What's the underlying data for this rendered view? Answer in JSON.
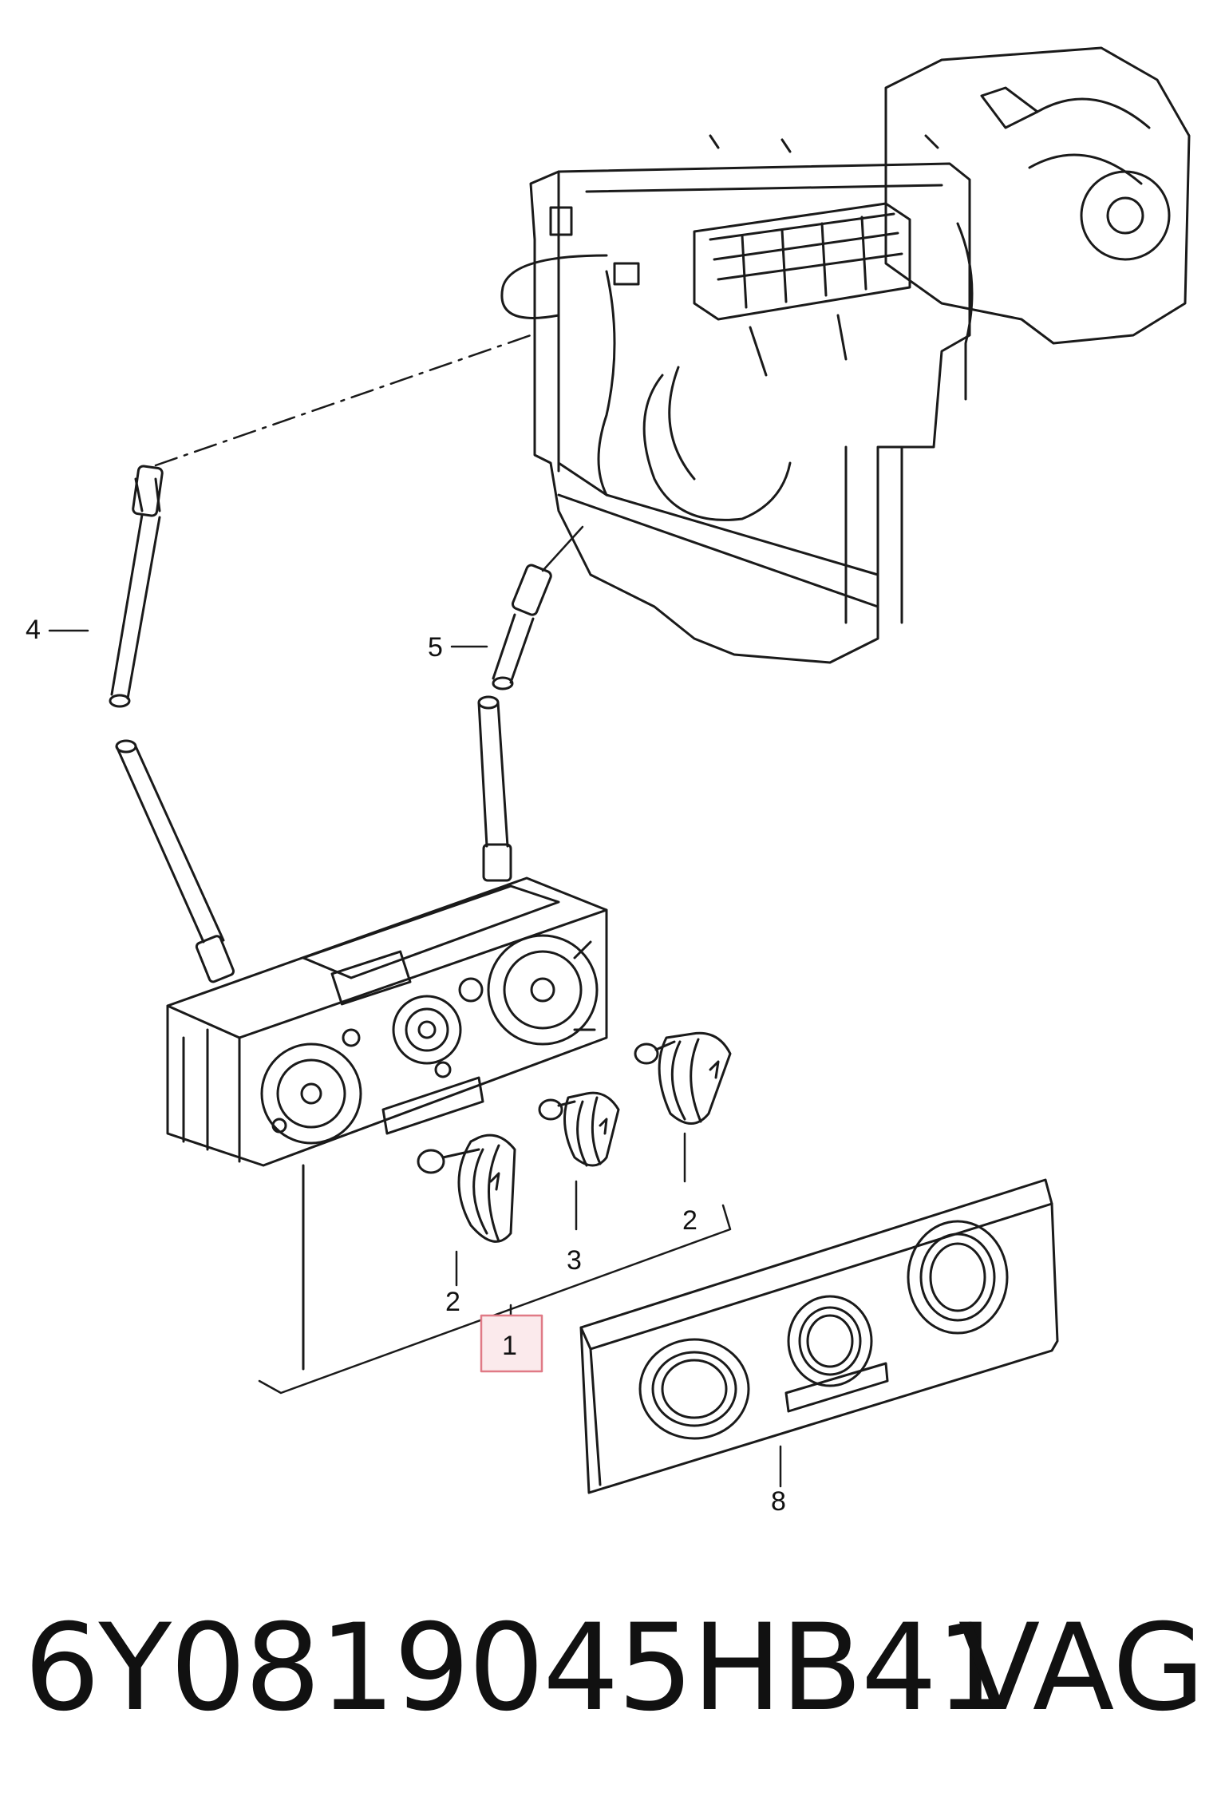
{
  "callouts": {
    "c1": "1",
    "c2a": "2",
    "c2b": "2",
    "c3": "3",
    "c4": "4",
    "c5": "5",
    "c8": "8"
  },
  "footer": {
    "part_number": "6Y0819045HB41",
    "brand": "VAG"
  },
  "colors": {
    "line": "#1a1a1a",
    "highlight_box": "#e07a86",
    "highlight_fill": "#fbeaec"
  }
}
